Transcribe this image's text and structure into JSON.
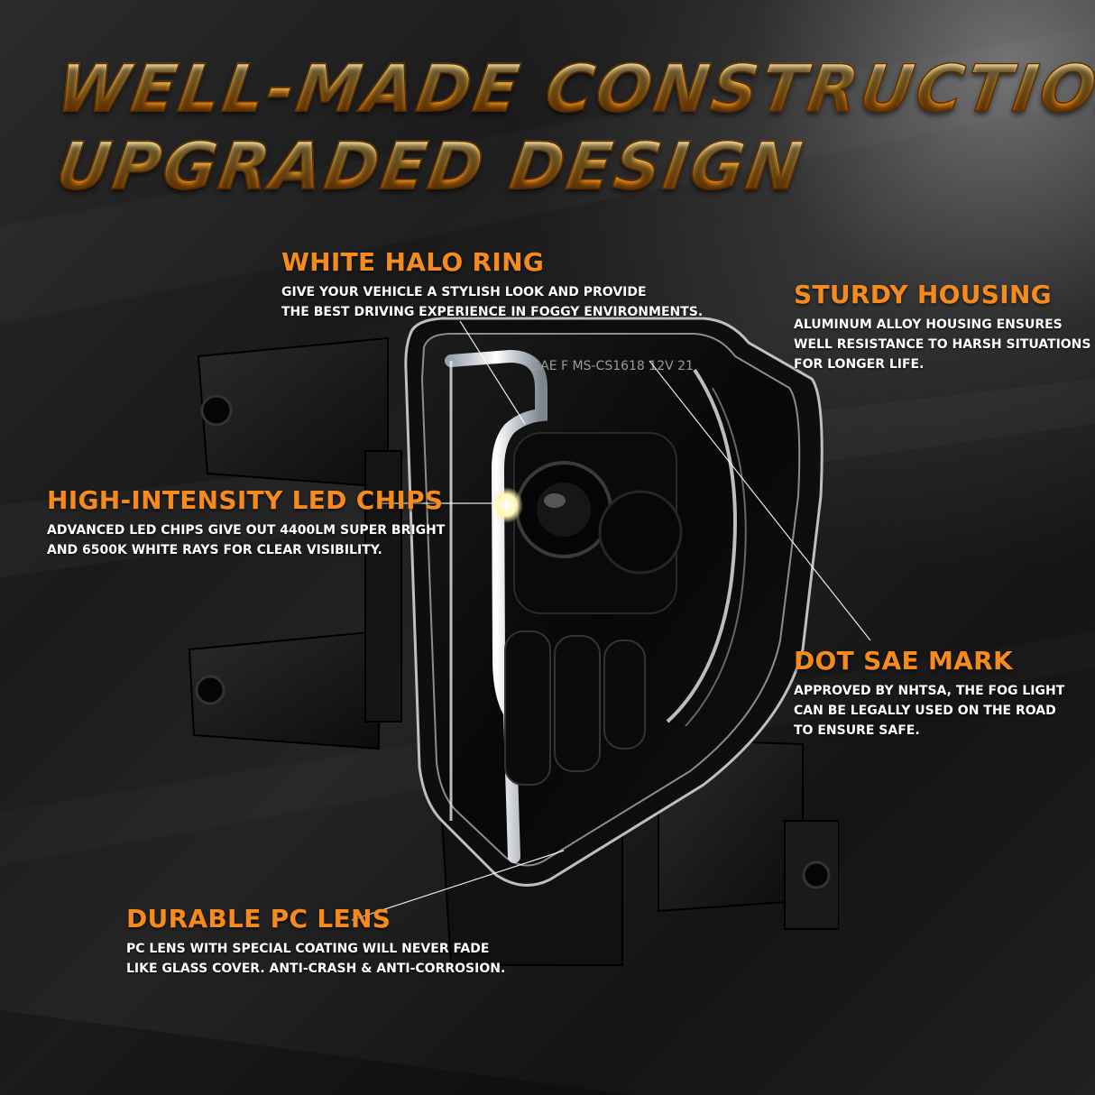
{
  "headline": {
    "line1": "WELL-MADE CONSTRUCTION",
    "line2": "UPGRADED DESIGN"
  },
  "product": {
    "lens_marking": "SAE F MS-CS1618 12V 21"
  },
  "callouts": {
    "halo": {
      "title": "WHITE HALO RING",
      "lines": [
        "GIVE YOUR VEHICLE A STYLISH LOOK AND PROVIDE",
        "THE BEST DRIVING EXPERIENCE IN FOGGY ENVIRONMENTS."
      ]
    },
    "housing": {
      "title": "STURDY HOUSING",
      "lines": [
        "ALUMINUM ALLOY HOUSING ENSURES",
        "WELL RESISTANCE TO HARSH SITUATIONS",
        "FOR LONGER LIFE."
      ]
    },
    "led": {
      "title": "HIGH-INTENSITY LED CHIPS",
      "lines": [
        "ADVANCED LED CHIPS GIVE OUT 4400LM SUPER BRIGHT",
        "AND 6500K WHITE RAYS FOR CLEAR VISIBILITY."
      ]
    },
    "dot": {
      "title": "DOT SAE MARK",
      "lines": [
        "APPROVED BY NHTSA, THE FOG LIGHT",
        "CAN BE LEGALLY USED ON THE ROAD",
        "TO ENSURE SAFE."
      ]
    },
    "lens": {
      "title": "DURABLE PC LENS",
      "lines": [
        "PC LENS WITH SPECIAL COATING WILL NEVER FADE",
        "LIKE GLASS COVER. ANTI-CRASH & ANTI-CORROSION."
      ]
    }
  },
  "colors": {
    "accent": "#f58a1f",
    "text": "#ffffff",
    "background": "#1e1e1e"
  }
}
